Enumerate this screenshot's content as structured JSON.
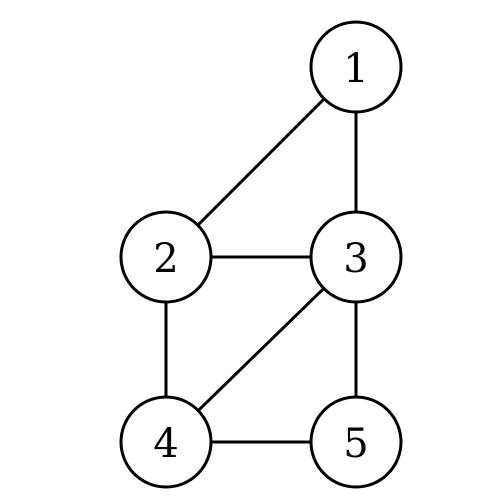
{
  "graph": {
    "nodes": [
      {
        "id": "1",
        "label": "1"
      },
      {
        "id": "2",
        "label": "2"
      },
      {
        "id": "3",
        "label": "3"
      },
      {
        "id": "4",
        "label": "4"
      },
      {
        "id": "5",
        "label": "5"
      }
    ],
    "edges": [
      {
        "from": "1",
        "to": "2"
      },
      {
        "from": "1",
        "to": "3"
      },
      {
        "from": "2",
        "to": "3"
      },
      {
        "from": "2",
        "to": "4"
      },
      {
        "from": "3",
        "to": "4"
      },
      {
        "from": "3",
        "to": "5"
      },
      {
        "from": "4",
        "to": "5"
      }
    ]
  }
}
